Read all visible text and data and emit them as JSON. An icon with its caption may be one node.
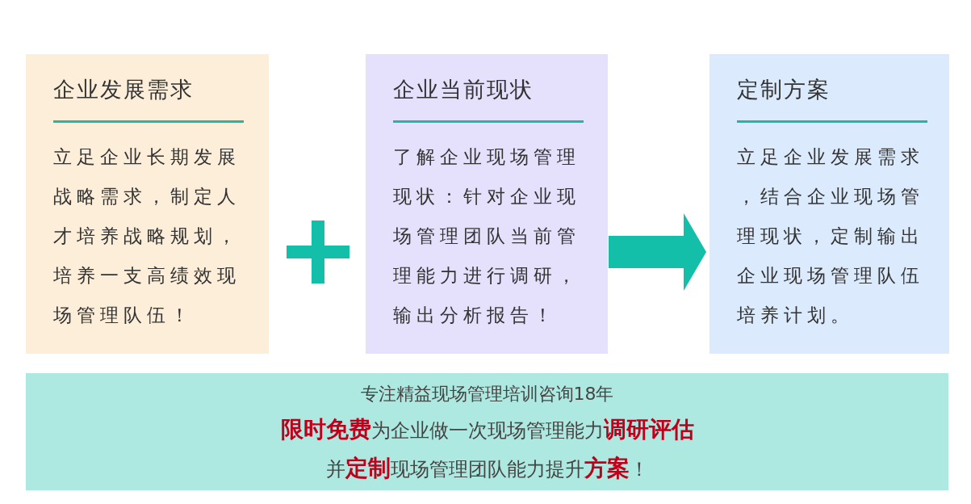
{
  "diagram": {
    "nodes": [
      {
        "text": [
          "企业发展需求",
          "立足企业长期发展战略需求，制定人才培养战略规划，培养一支高绩效现场管理队伍！"
        ]
      },
      {
        "text": [
          "企业当前现状",
          "了解企业现场管理现状：针对企业现场管理团队当前管理能力进行调研，输出分析报告！"
        ]
      },
      {
        "text": [
          "定制方案",
          "立足企业发展需求，结合企业现场管理现状，定制输出企业现场管理队伍培养计划。"
        ]
      },
      {
        "text": [
          "专注精益现场管理培训咨询18年",
          "**限时免费**为企业做一次现场管理能力**调研评估**",
          "并**定制**现场管理团队能力提升**方案**！"
        ]
      }
    ],
    "edges": [
      {
        "from": 1,
        "to": 2,
        "arrow": "to"
      }
    ]
  }
}
